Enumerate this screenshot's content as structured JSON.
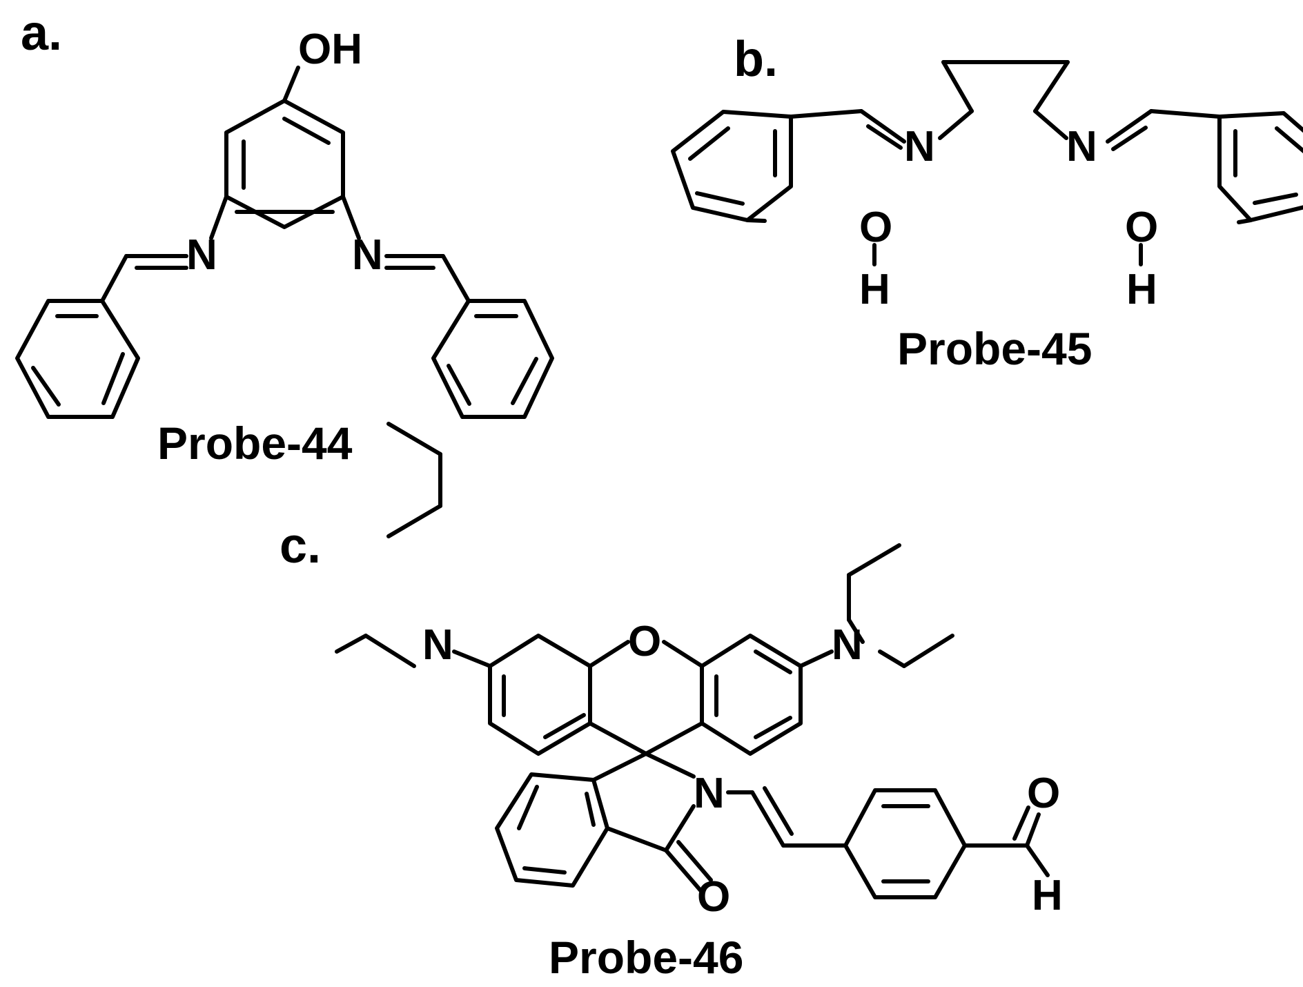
{
  "panels": [
    {
      "letter": "a.",
      "probe": "Probe-44",
      "atoms": [
        "OH",
        "N",
        "N"
      ]
    },
    {
      "letter": "b.",
      "probe": "Probe-45",
      "atoms": [
        "N",
        "N",
        "O",
        "H",
        "O",
        "H"
      ]
    },
    {
      "letter": "c.",
      "probe": "Probe-46",
      "atoms": [
        "N",
        "O",
        "N",
        "N",
        "O",
        "O",
        "H"
      ]
    }
  ]
}
